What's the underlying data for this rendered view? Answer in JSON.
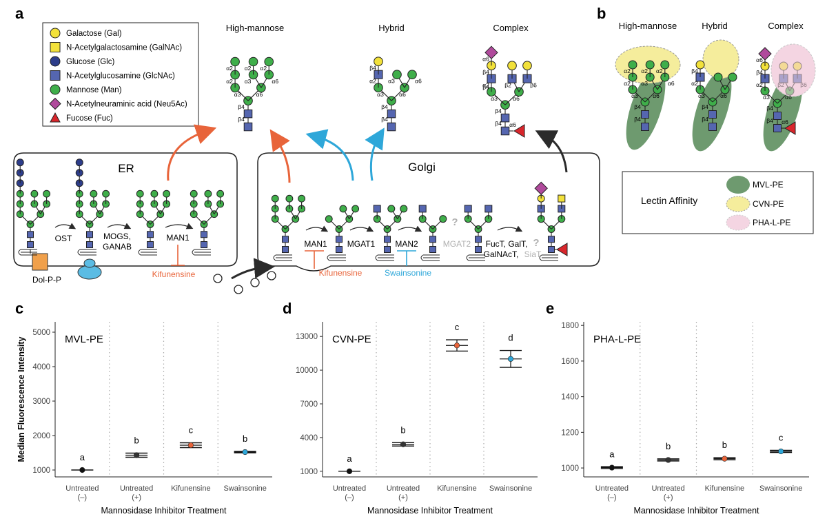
{
  "colors": {
    "gal": "#f2e13a",
    "galnac": "#f2e13a",
    "glc": "#2d3d8a",
    "glcnac": "#5566b0",
    "man": "#3fae4a",
    "neu5ac": "#b04a9c",
    "fuc": "#d9262c",
    "orange": "#e8643a",
    "blue": "#2ea7d9",
    "dark": "#2b2b2b",
    "gray": "#b0b0b0",
    "mvl": "#6e9a6f",
    "cvn": "#f5ed9c",
    "phal": "#f4d5e2"
  },
  "panel_a": {
    "label": "a",
    "legend": [
      {
        "shape": "circle-icon",
        "color": "#f2e13a",
        "text": "Galactose (Gal)"
      },
      {
        "shape": "square-icon",
        "color": "#f2e13a",
        "text": "N-Acetylgalactosamine (GalNAc)"
      },
      {
        "shape": "circle-icon",
        "color": "#2d3d8a",
        "text": "Glucose (Glc)"
      },
      {
        "shape": "square-icon",
        "color": "#5566b0",
        "text": "N-Acetylglucosamine (GlcNAc)"
      },
      {
        "shape": "circle-icon",
        "color": "#3fae4a",
        "text": "Mannose (Man)"
      },
      {
        "shape": "diamond-icon",
        "color": "#b04a9c",
        "text": "N-Acetylneuraminic acid (Neu5Ac)"
      },
      {
        "shape": "triangle-icon",
        "color": "#d9262c",
        "text": "Fucose (Fuc)"
      }
    ],
    "glycan_titles": [
      "High-mannose",
      "Hybrid",
      "Complex"
    ],
    "er_label": "ER",
    "golgi_label": "Golgi",
    "er_steps": [
      "OST",
      "MOGS,",
      "GANAB",
      "MAN1"
    ],
    "golgi_steps": [
      "MAN1",
      "MGAT1",
      "MAN2",
      "MGAT2",
      "FucT, GalT,",
      "GalNAcT,",
      "SiaT"
    ],
    "inhibitors": [
      "Kifunensine",
      "Kifunensine",
      "Swainsonine"
    ],
    "dolpp": "Dol-P-P",
    "question": "?",
    "linkages": {
      "a2": "α2",
      "a3": "α3",
      "a6": "α6",
      "b2": "β2",
      "b4": "β4",
      "b6": "β6"
    }
  },
  "panel_b": {
    "label": "b",
    "titles": [
      "High-mannose",
      "Hybrid",
      "Complex"
    ],
    "legend_title": "Lectin Affinity",
    "legend": [
      {
        "name": "MVL-PE",
        "color": "#6e9a6f"
      },
      {
        "name": "CVN-PE",
        "color": "#f5ed9c"
      },
      {
        "name": "PHA-L-PE",
        "color": "#f4d5e2"
      }
    ]
  },
  "chart_data": [
    {
      "panel": "c",
      "type": "scatter",
      "title": "MVL-PE",
      "xlabel": "Mannosidase Inhibitor Treatment",
      "ylabel": "Median Fluorescence Intensity",
      "categories": [
        "Untreated\n(–)",
        "Untreated\n(+)",
        "Kifunensine",
        "Swainsonine"
      ],
      "values": [
        1000,
        1430,
        1720,
        1520
      ],
      "errors": [
        0,
        60,
        70,
        20
      ],
      "letters": [
        "a",
        "b",
        "c",
        "b"
      ],
      "point_colors": [
        "#111111",
        "#333333",
        "#e8643a",
        "#2ea7d9"
      ],
      "ylim": [
        800,
        5300
      ],
      "yticks": [
        1000,
        2000,
        3000,
        4000,
        5000
      ]
    },
    {
      "panel": "d",
      "type": "scatter",
      "title": "CVN-PE",
      "xlabel": "Mannosidase Inhibitor Treatment",
      "ylabel": "",
      "categories": [
        "Untreated\n(–)",
        "Untreated\n(+)",
        "Kifunensine",
        "Swainsonine"
      ],
      "values": [
        1000,
        3400,
        12200,
        11000
      ],
      "errors": [
        0,
        150,
        500,
        750
      ],
      "letters": [
        "a",
        "b",
        "c",
        "d"
      ],
      "point_colors": [
        "#111111",
        "#333333",
        "#e8643a",
        "#2ea7d9"
      ],
      "ylim": [
        500,
        14300
      ],
      "yticks": [
        1000,
        4000,
        7000,
        10000,
        13000
      ]
    },
    {
      "panel": "e",
      "type": "scatter",
      "title": "PHA-L-PE",
      "xlabel": "Mannosidase Inhibitor Treatment",
      "ylabel": "",
      "categories": [
        "Untreated\n(–)",
        "Untreated\n(+)",
        "Kifunensine",
        "Swainsonine"
      ],
      "values": [
        1002,
        1045,
        1052,
        1093
      ],
      "errors": [
        5,
        6,
        6,
        6
      ],
      "letters": [
        "a",
        "b",
        "b",
        "c"
      ],
      "point_colors": [
        "#111111",
        "#333333",
        "#e8643a",
        "#2ea7d9"
      ],
      "ylim": [
        950,
        1820
      ],
      "yticks": [
        1000,
        1200,
        1400,
        1600,
        1800
      ]
    }
  ]
}
